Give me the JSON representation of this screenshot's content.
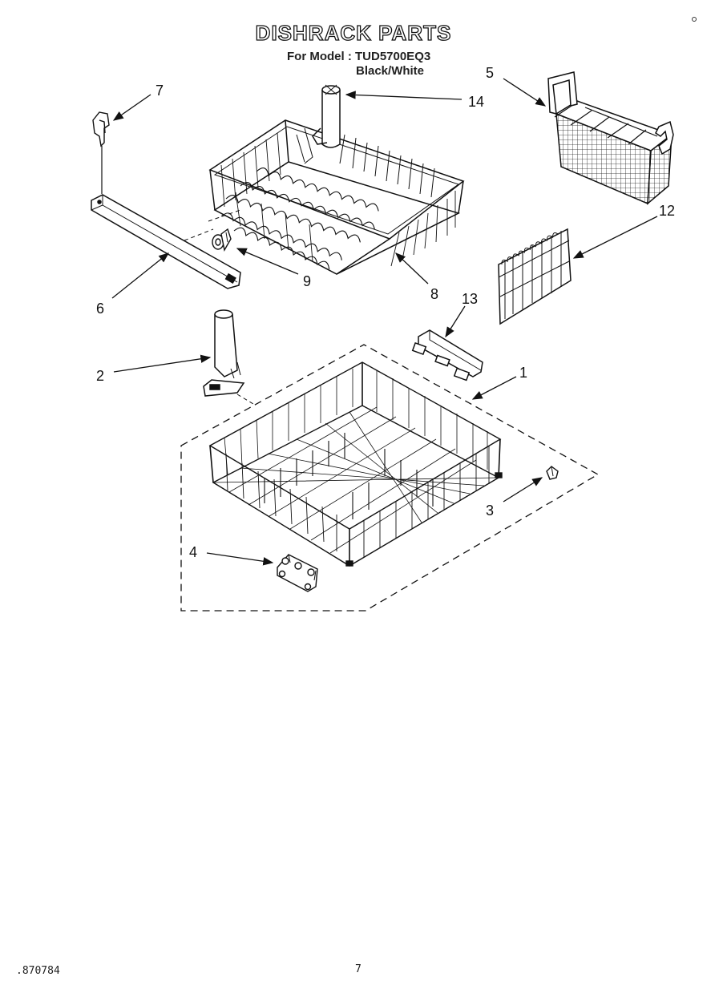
{
  "title": "DISHRACK PARTS",
  "model_line": "For Model : TUD5700EQ3",
  "color_line": "Black/White",
  "callouts": {
    "c1": "1",
    "c2": "2",
    "c3": "3",
    "c4": "4",
    "c5": "5",
    "c6": "6",
    "c7": "7",
    "c8": "8",
    "c9": "9",
    "c12": "12",
    "c13": "13",
    "c14": "14"
  },
  "footer": {
    "doc_number": ".870784",
    "page_number": "7"
  }
}
